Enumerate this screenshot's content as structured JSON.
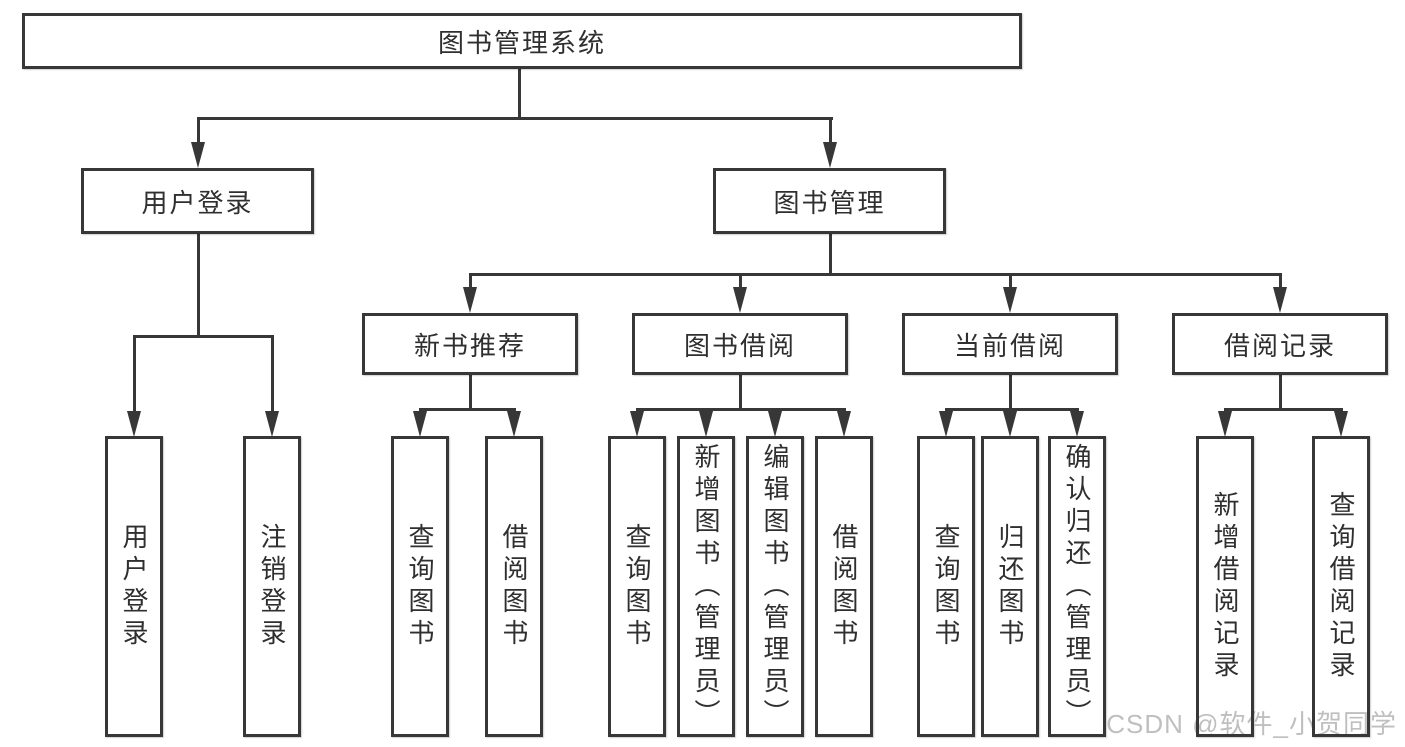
{
  "diagram": {
    "root": {
      "label": "图书管理系统"
    },
    "branches": [
      {
        "label": "用户登录",
        "children": [
          {
            "label": "用户登录"
          },
          {
            "label": "注销登录"
          }
        ]
      },
      {
        "label": "图书管理",
        "children": [
          {
            "label": "新书推荐",
            "children": [
              {
                "label": "查询图书"
              },
              {
                "label": "借阅图书"
              }
            ]
          },
          {
            "label": "图书借阅",
            "children": [
              {
                "label": "查询图书"
              },
              {
                "label": "新增图书（管理员）"
              },
              {
                "label": "编辑图书（管理员）"
              },
              {
                "label": "借阅图书"
              }
            ]
          },
          {
            "label": "当前借阅",
            "children": [
              {
                "label": "查询图书"
              },
              {
                "label": "归还图书"
              },
              {
                "label": "确认归还（管理员）"
              }
            ]
          },
          {
            "label": "借阅记录",
            "children": [
              {
                "label": "新增借阅记录"
              },
              {
                "label": "查询借阅记录"
              }
            ]
          }
        ]
      }
    ],
    "watermark": "CSDN @软件_小贺同学",
    "colors": {
      "line": "#373737",
      "text": "#2f2f2f",
      "watermark": "#bfbfbf",
      "background": "#ffffff"
    }
  }
}
